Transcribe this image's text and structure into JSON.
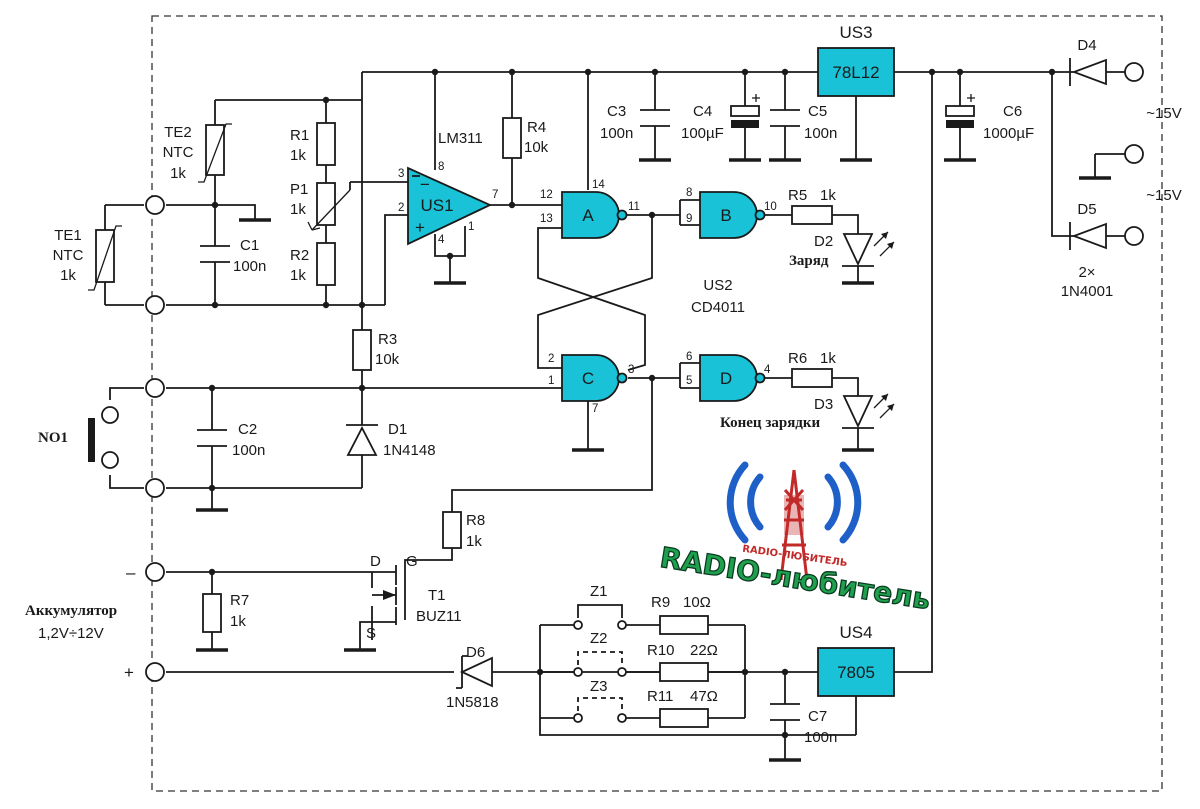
{
  "labels": {
    "us3": "US3",
    "reg12": "78L12",
    "us4": "US4",
    "reg5": "7805",
    "d4": "D4",
    "d5": "D5",
    "v15a": "~15V",
    "v15b": "~15V",
    "diodes_cnt": "2×",
    "diodes_type": "1N4001",
    "c3": "C3",
    "c3v": "100n",
    "c4": "C4",
    "c4v": "100µF",
    "c5": "C5",
    "c5v": "100n",
    "c6": "C6",
    "c6v": "1000µF",
    "lm311": "LM311",
    "us1": "US1",
    "r4": "R4",
    "r4v": "10k",
    "te2": "TE2",
    "te2t": "NTC",
    "te2v": "1k",
    "te1": "TE1",
    "te1t": "NTC",
    "te1v": "1k",
    "r1": "R1",
    "r1v": "1k",
    "p1": "P1",
    "p1v": "1k",
    "r2": "R2",
    "r2v": "1k",
    "c1": "C1",
    "c1v": "100n",
    "r3": "R3",
    "r3v": "10k",
    "c2": "C2",
    "c2v": "100n",
    "d1": "D1",
    "d1v": "1N4148",
    "no1": "NO1",
    "gate_a": "A",
    "gate_b": "B",
    "gate_c": "C",
    "gate_d": "D",
    "us2": "US2",
    "cd4011": "CD4011",
    "r5": "R5",
    "r5v": "1k",
    "r6": "R6",
    "r6v": "1k",
    "d2": "D2",
    "d2_caption": "Заряд",
    "d3": "D3",
    "d3_caption": "Конец зарядки",
    "r8": "R8",
    "r8v": "1k",
    "t1": "T1",
    "t1v": "BUZ11",
    "pin_d": "D",
    "pin_g": "G",
    "pin_s": "S",
    "r7": "R7",
    "r7v": "1k",
    "batt": "Аккумулятор",
    "batt_range": "1,2V÷12V",
    "minus": "–",
    "plus": "+",
    "d6": "D6",
    "d6v": "1N5818",
    "z1": "Z1",
    "z2": "Z2",
    "z3": "Z3",
    "r9": "R9",
    "r9v": "10Ω",
    "r10": "R10",
    "r10v": "22Ω",
    "r11": "R11",
    "r11v": "47Ω",
    "c7": "C7",
    "c7v": "100n",
    "logo_main": "RADIO-любитель",
    "logo_sub": "RADIO-ЛЮБИТЕЛЬ"
  },
  "pins": {
    "op_in_minus": "3",
    "op_in_plus": "2",
    "op_vcc": "8",
    "op_gnd": "4",
    "op_bal": "1",
    "op_out": "7",
    "a_in1": "12",
    "a_in2": "13",
    "a_vdd": "14",
    "a_out": "11",
    "b_in1": "8",
    "b_in2": "9",
    "b_out": "10",
    "c_in1": "2",
    "c_in2": "1",
    "c_out": "3",
    "c_vss": "7",
    "d_in1": "6",
    "d_in2": "5",
    "d_out": "4"
  },
  "colors": {
    "ic_fill": "#19c2d6",
    "logo_green": "#1fa04c",
    "logo_blue": "#1f5fc8",
    "logo_red": "#c22a2a"
  }
}
